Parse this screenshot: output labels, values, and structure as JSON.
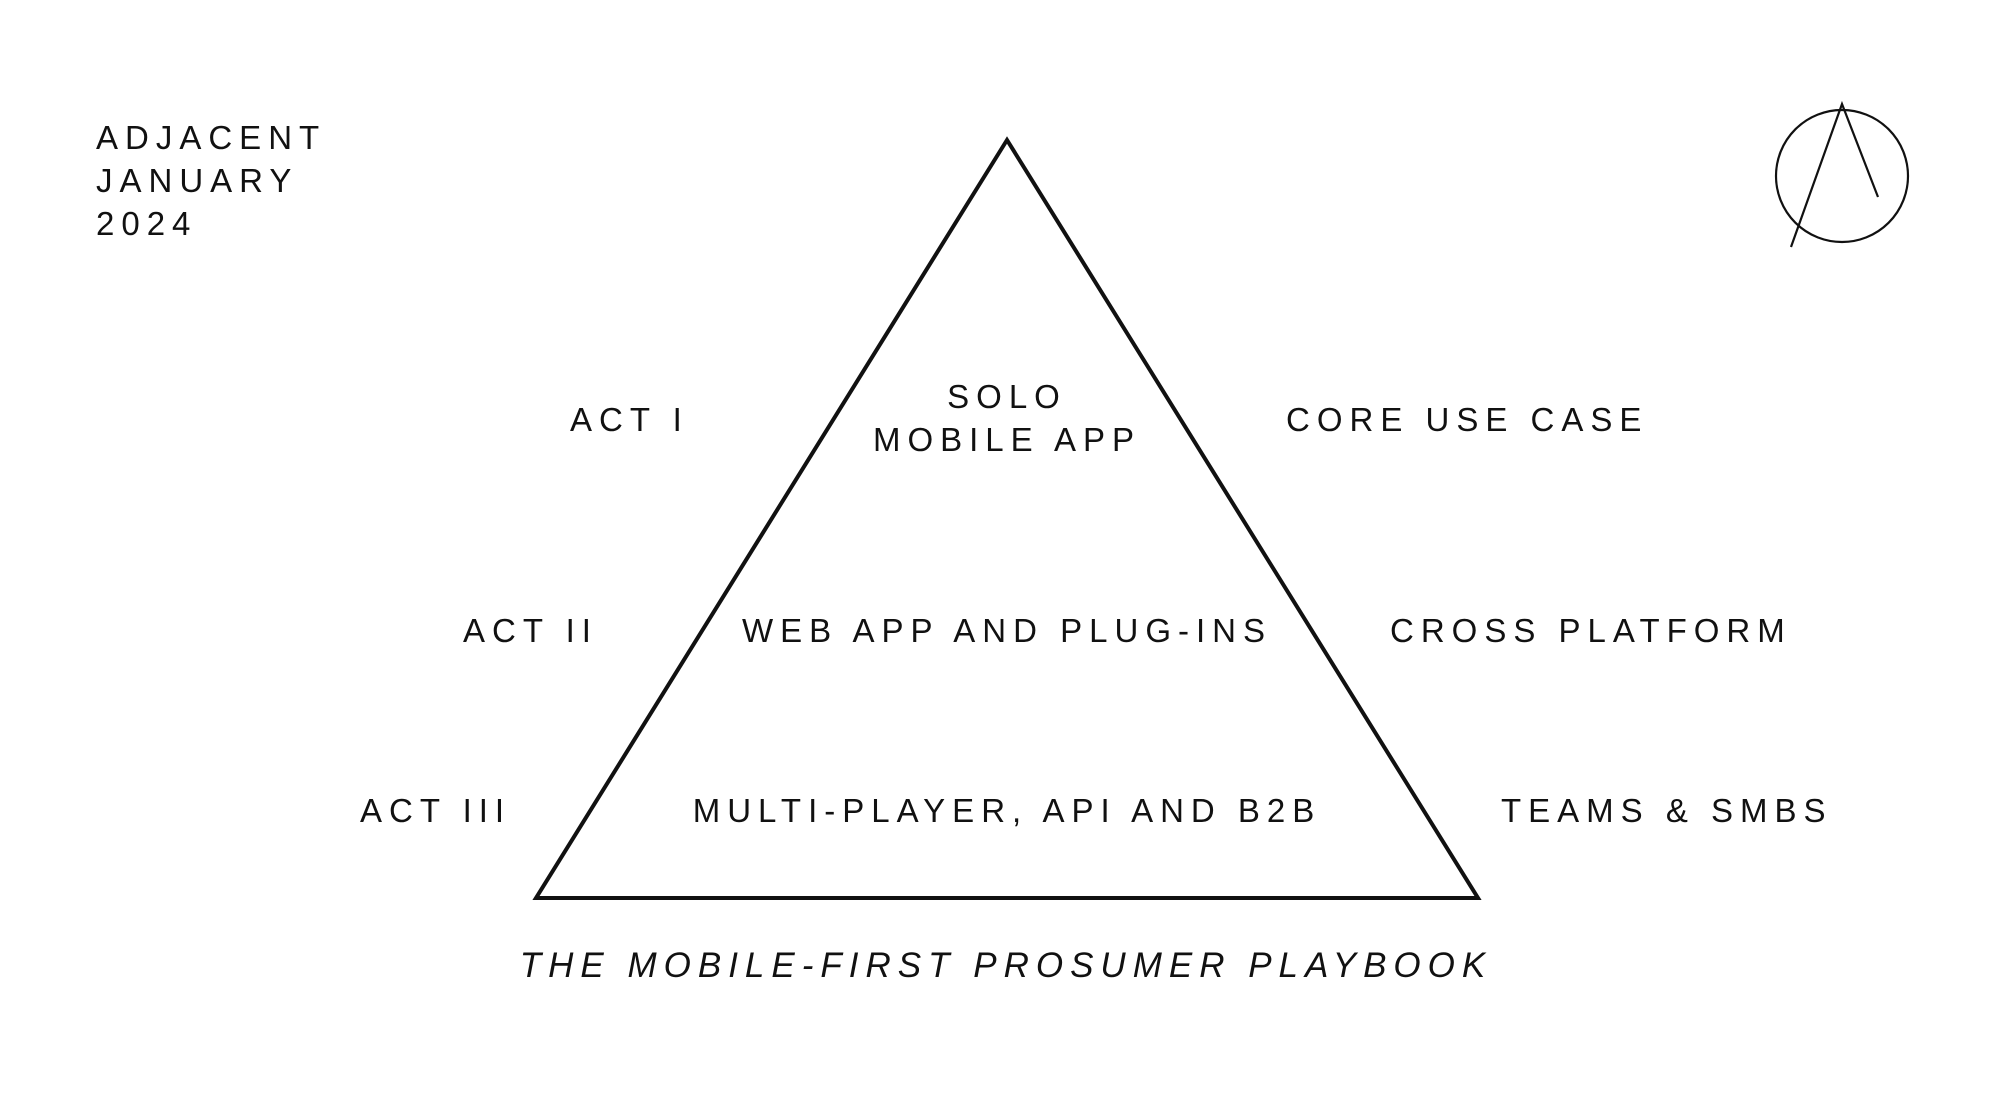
{
  "header": {
    "line1": "ADJACENT",
    "line2": "JANUARY",
    "line3": "2024"
  },
  "logo": {
    "icon": "circle-a-logo-icon"
  },
  "pyramid": {
    "tiers": [
      {
        "act": "ACT I",
        "content_line1": "SOLO",
        "content_line2": "MOBILE APP",
        "description": "CORE USE CASE"
      },
      {
        "act": "ACT II",
        "content": "WEB APP AND PLUG-INS",
        "description": "CROSS PLATFORM"
      },
      {
        "act": "ACT III",
        "content": "MULTI-PLAYER, API AND B2B",
        "description": "TEAMS & SMBS"
      }
    ]
  },
  "caption": "THE MOBILE-FIRST PROSUMER PLAYBOOK"
}
